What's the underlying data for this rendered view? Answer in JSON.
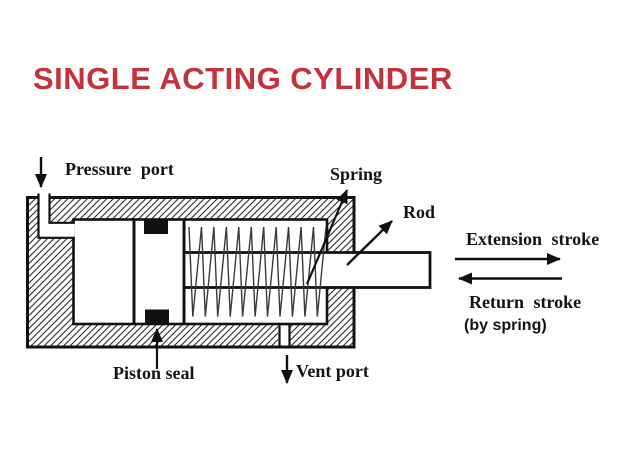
{
  "title": {
    "text": "SINGLE ACTING CYLINDER",
    "color": "#c5323c"
  },
  "diagram": {
    "labels": {
      "pressure_port": "Pressure port",
      "spring": "Spring",
      "rod": "Rod",
      "piston_seal": "Piston seal",
      "vent_port": "Vent port"
    },
    "annotations": {
      "extension_stroke": "Extension stroke",
      "return_stroke": "Return stroke",
      "by_spring": "(by spring)"
    },
    "colors": {
      "ink": "#141414"
    }
  }
}
